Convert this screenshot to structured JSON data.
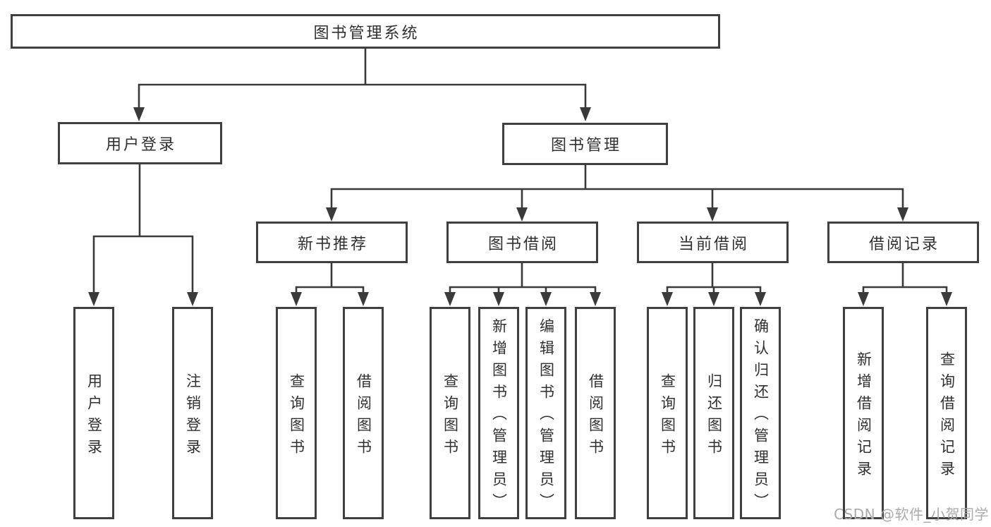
{
  "diagram": {
    "root": {
      "label": "图书管理系统"
    },
    "level2": [
      {
        "label": "用户登录"
      },
      {
        "label": "图书管理"
      }
    ],
    "level3": [
      {
        "label": "新书推荐"
      },
      {
        "label": "图书借阅"
      },
      {
        "label": "当前借阅"
      },
      {
        "label": "借阅记录"
      }
    ],
    "leaf_groups": [
      {
        "parent": "用户登录",
        "items": [
          {
            "label": "用户登录"
          },
          {
            "label": "注销登录"
          }
        ]
      },
      {
        "parent": "新书推荐",
        "items": [
          {
            "label": "查询图书"
          },
          {
            "label": "借阅图书"
          }
        ]
      },
      {
        "parent": "图书借阅",
        "items": [
          {
            "label": "查询图书"
          },
          {
            "label": "新增图书（管理员）"
          },
          {
            "label": "编辑图书（管理员）"
          },
          {
            "label": "借阅图书"
          }
        ]
      },
      {
        "parent": "当前借阅",
        "items": [
          {
            "label": "查询图书"
          },
          {
            "label": "归还图书"
          },
          {
            "label": "确认归还（管理员）"
          }
        ]
      },
      {
        "parent": "借阅记录",
        "items": [
          {
            "label": "新增借阅记录"
          },
          {
            "label": "查询借阅记录"
          }
        ]
      }
    ]
  },
  "watermark": {
    "text": "CSDN @软件_小贺同学"
  },
  "colors": {
    "line": "#3a3a3a",
    "arrow": "#3a3a3a",
    "box_border": "#3f3f3f",
    "box_background": "#ffffff",
    "text": "#303030",
    "watermark": "#ababab"
  }
}
